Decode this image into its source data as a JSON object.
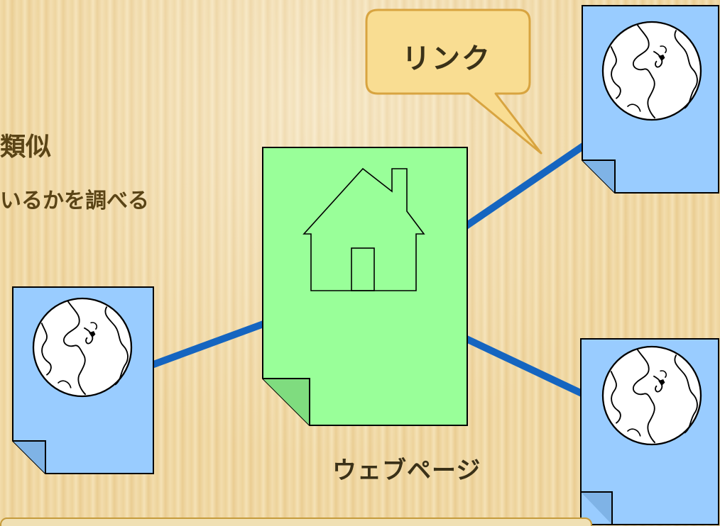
{
  "heading_line1": "類似",
  "heading_line2": "いるかを調べる",
  "callout": {
    "label": "リンク"
  },
  "center_page": {
    "caption": "ウェブページ",
    "icon": "house-icon"
  },
  "linked_pages": [
    {
      "icon": "globe-icon",
      "position": "top-right"
    },
    {
      "icon": "globe-icon",
      "position": "left"
    },
    {
      "icon": "globe-icon",
      "position": "bottom-right"
    }
  ],
  "colors": {
    "background": "#eed7a4",
    "text": "#5a4416",
    "center_page_fill": "#99ff99",
    "linked_page_fill": "#99ccff",
    "link_line": "#1565c0",
    "callout_fill": "#f9dd92",
    "callout_border": "#d8a440"
  }
}
